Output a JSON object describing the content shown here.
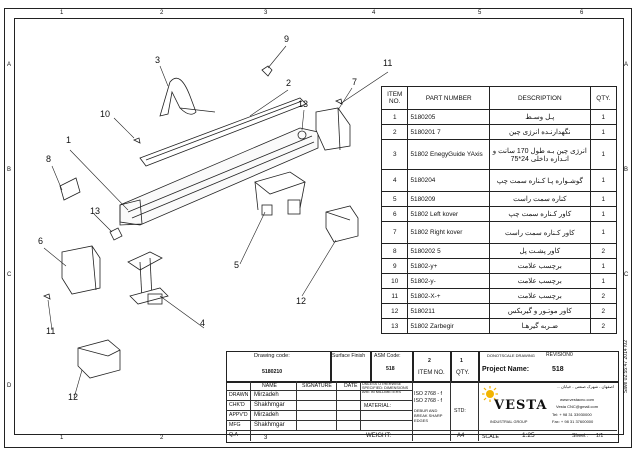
{
  "zones": {
    "columns": [
      "1",
      "2",
      "3",
      "4",
      "5",
      "6"
    ],
    "rows": [
      "A",
      "B",
      "C",
      "D"
    ]
  },
  "balloons": [
    "1",
    "2",
    "3",
    "4",
    "5",
    "6",
    "7",
    "8",
    "9",
    "10",
    "11",
    "12",
    "13",
    "11",
    "12",
    "13"
  ],
  "bom": {
    "headers": {
      "item_no": "ITEM NO.",
      "part_number": "PART NUMBER",
      "description": "DESCRIPTION",
      "qty": "QTY."
    },
    "rows": [
      {
        "item": "1",
        "part": "5180205",
        "desc": "پـل وسـط",
        "qty": "1"
      },
      {
        "item": "2",
        "part": "5180201 7",
        "desc": "نگهدارنـده انرژی چین",
        "qty": "1"
      },
      {
        "item": "3",
        "part": "51802 EnegyGuide YAxis",
        "desc": "انرژی چین بـه طول 170 سانت و انـدازه داخلی 24*75",
        "qty": "1"
      },
      {
        "item": "4",
        "part": "5180204",
        "desc": "گوشـواره پـا کـناره سمت چپ",
        "qty": "1"
      },
      {
        "item": "5",
        "part": "5180209",
        "desc": "کناره سمت راست",
        "qty": "1"
      },
      {
        "item": "6",
        "part": "51802 Left kover",
        "desc": "کاور کـناره سمت چپ",
        "qty": "1"
      },
      {
        "item": "7",
        "part": "51802 Right kover",
        "desc": "کاور کـناره سمت راست",
        "qty": "1"
      },
      {
        "item": "8",
        "part": "5180202 5",
        "desc": "کاور پشـت پل",
        "qty": "2"
      },
      {
        "item": "9",
        "part": "51802-y+",
        "desc": "برچسب علامت",
        "qty": "1"
      },
      {
        "item": "10",
        "part": "51802-y-",
        "desc": "برچسب علامت",
        "qty": "1"
      },
      {
        "item": "11",
        "part": "51802-X-+",
        "desc": "برچسب علامت",
        "qty": "2"
      },
      {
        "item": "12",
        "part": "5180211",
        "desc": "کاور موتـور و گیربکس",
        "qty": "2"
      },
      {
        "item": "13",
        "part": "51802 Zarbegir",
        "desc": "ضـربه گیرهـا",
        "qty": "2"
      }
    ]
  },
  "title_block": {
    "drawing_code_label": "Drawing code:",
    "drawing_code": "5180210",
    "surface_finish_label": "Surface Finish",
    "asm_code_label": "ASM Code:",
    "asm_code": "518",
    "item_no_value": "2",
    "item_no_label": "ITEM NO.",
    "qty_value": "1",
    "qty_label": "QTY.",
    "revision_label": "REVISION",
    "revision_value": "0",
    "dimensions_label": "DONOTSCALE DRAWING",
    "project_name_label": "Project Name:",
    "project_name": "518",
    "name_col": "NAME",
    "signature_col": "SIGNATURE",
    "date_col": "DATE",
    "roles": [
      "DRAWN",
      "CHK'D",
      "APPV'D",
      "MFG",
      "Q.A"
    ],
    "names": [
      "Mirzadeh",
      "Shakhmgar",
      "Mirzadeh",
      "Shakhmgar",
      ""
    ],
    "notes": "UNLESS OTHERWISE SPECIFIED: DIMENSIONS ARE IN MILLIMETERS",
    "material_label": "MATERIAL:",
    "iso1": "ISO 2768 - f",
    "iso2": "ISO 2768 - f",
    "deburr": "DEBUR AND BREAK SHARP EDGES",
    "std_label": "STD:",
    "weight_label": "WEIGHT:",
    "sheet_size": "A4",
    "scale_label": "SCALE",
    "scale": "1:25",
    "sheet_label": "Sheet :",
    "sheet": "1/1",
    "company": "VESTA",
    "company_sub": "INDUSTRIAL GROUP",
    "address_fa": "اصفهان - شهرک صنعتی - خیابان ...",
    "website": "www.vestacnc.com",
    "email": "Vesta CNC@gmail.com",
    "tel": "Tel: + 98 31 33930000",
    "fax": "Fax: + 98 31 37600000",
    "side_note": "Save 02:55:47 2014 /02"
  }
}
